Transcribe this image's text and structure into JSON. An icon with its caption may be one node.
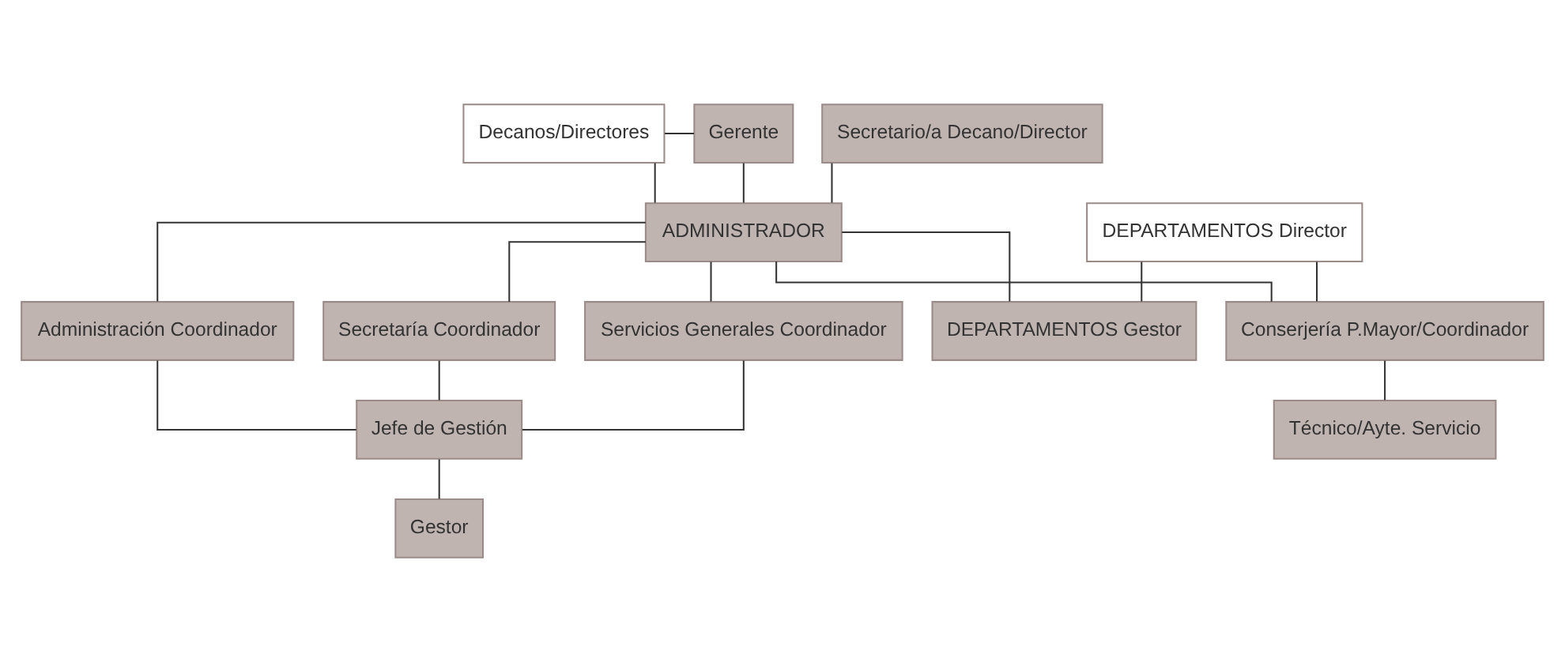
{
  "diagram": {
    "nodes": [
      {
        "text": [
          "Decanos/Directores"
        ]
      },
      {
        "text": [
          "Gerente"
        ]
      },
      {
        "text": [
          "Secretario/a Decano/Director"
        ]
      },
      {
        "text": [
          "ADMINISTRADOR"
        ]
      },
      {
        "text": [
          "DEPARTAMENTOS Director"
        ]
      },
      {
        "text": [
          "Administración Coordinador"
        ]
      },
      {
        "text": [
          "Secretaría Coordinador"
        ]
      },
      {
        "text": [
          "Servicios Generales Coordinador"
        ]
      },
      {
        "text": [
          "Conserjería P.Mayor/Coordinador"
        ]
      },
      {
        "text": [
          "DEPARTAMENTOS Gestor"
        ]
      },
      {
        "text": [
          "Jefe de Gestión"
        ]
      },
      {
        "text": [
          "Técnico/Ayte. Servicio"
        ]
      },
      {
        "text": [
          "Gestor"
        ]
      }
    ],
    "edges": [
      {
        "from": 0,
        "to": 1,
        "arrow": "none"
      },
      {
        "from": 0,
        "to": 3,
        "arrow": "none"
      },
      {
        "from": 1,
        "to": 3,
        "arrow": "none"
      },
      {
        "from": 2,
        "to": 3,
        "arrow": "none"
      },
      {
        "from": 3,
        "to": 5,
        "arrow": "none"
      },
      {
        "from": 3,
        "to": 6,
        "arrow": "none"
      },
      {
        "from": 3,
        "to": 7,
        "arrow": "none"
      },
      {
        "from": 3,
        "to": 8,
        "arrow": "none"
      },
      {
        "from": 3,
        "to": 9,
        "arrow": "none"
      },
      {
        "from": 4,
        "to": 8,
        "arrow": "none"
      },
      {
        "from": 4,
        "to": 9,
        "arrow": "none"
      },
      {
        "from": 5,
        "to": 10,
        "arrow": "none"
      },
      {
        "from": 6,
        "to": 10,
        "arrow": "none"
      },
      {
        "from": 7,
        "to": 10,
        "arrow": "none"
      },
      {
        "from": 8,
        "to": 11,
        "arrow": "none"
      },
      {
        "from": 10,
        "to": 12,
        "arrow": "none"
      }
    ]
  }
}
